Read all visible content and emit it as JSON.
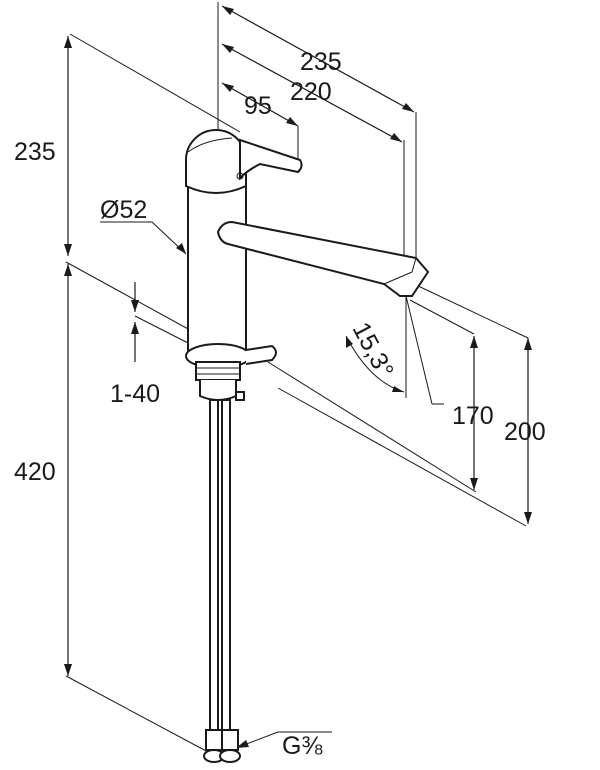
{
  "dimensions": {
    "overall_reach": "235",
    "spout_reach": "220",
    "lever_reach": "95",
    "total_height": "235",
    "body_diameter": "Ø52",
    "deck_thickness": "1-40",
    "below_deck_length": "420",
    "spout_angle": "15,3°",
    "spout_clearance": "170",
    "spout_height": "200",
    "thread": "G⅜"
  }
}
